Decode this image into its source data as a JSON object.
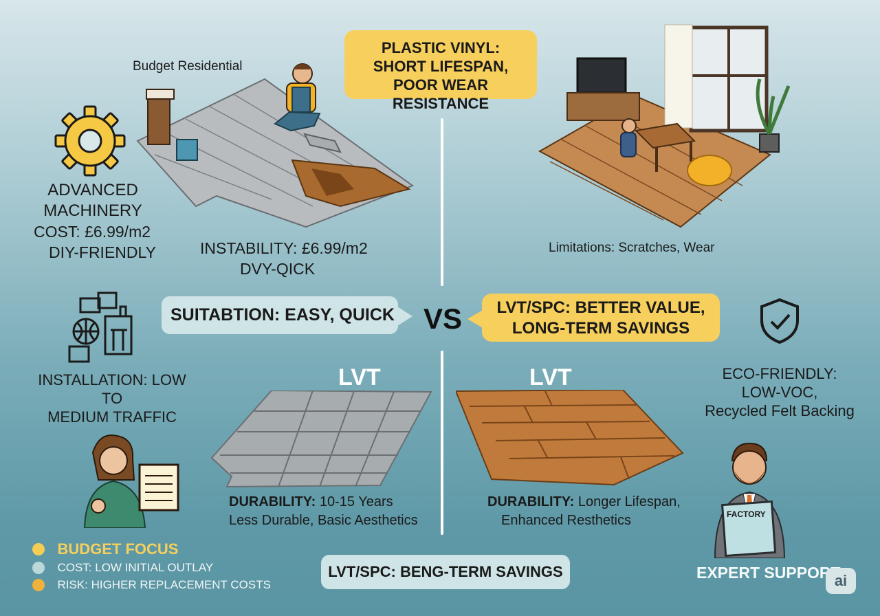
{
  "top_left": {
    "caption": "Budget Residential",
    "gear_lines": [
      "ADVANCED",
      "MACHINERY"
    ],
    "cost": "COST: £6.99/m2",
    "diy": "DIY-FRIENDLY",
    "instability": "INSTABILITY: £6.99/m2",
    "dvy": "DVY-QICK"
  },
  "top_bubble": [
    "PLASTIC VINYL:",
    "SHORT LIFESPAN,",
    "POOR WEAR RESISTANCE"
  ],
  "top_right_caption": "Limitations: Scratches, Wear",
  "middle": {
    "left_bubble": "SUITABTION: EASY, QUICK",
    "vs": "VS",
    "right_bubble": [
      "LVT/SPC: BETTER VALUE,",
      "LONG-TERM SAVINGS"
    ]
  },
  "left_column": {
    "installation": [
      "INSTALLATION: LOW TO",
      "MEDIUM TRAFFIC"
    ]
  },
  "right_column": {
    "eco": [
      "ECO-FRIENDLY:",
      "LOW-VOC,",
      "Recycled Felt Backing"
    ],
    "factory_label": "FACTORY",
    "expert": "EXPERT SUPPORT",
    "ai_badge": "ai"
  },
  "lvt_left": {
    "title": "LVT",
    "durability_label": "DURABILITY:",
    "durability_value": "10-15 Years",
    "sub": "Less Durable, Basic Aesthetics"
  },
  "lvt_right": {
    "title": "LVT",
    "durability_label": "DURABILITY:",
    "durability_value": "Longer Lifespan,",
    "sub": "Enhanced Resthetics"
  },
  "legend": [
    {
      "text": "BUDGET FOCUS",
      "color": "#f5cd54"
    },
    {
      "text": "COST: LOW INITIAL OUTLAY",
      "color": "#bcd8da"
    },
    {
      "text": "RISK: HIGHER REPLACEMENT COSTS",
      "color": "#f0b23c"
    }
  ],
  "bottom_bubble": "LVT/SPC: BENG-TERM SAVINGS",
  "colors": {
    "yellow": "#f7cf5c",
    "light_teal": "#cfe4e6",
    "divider": "#ffffff"
  }
}
